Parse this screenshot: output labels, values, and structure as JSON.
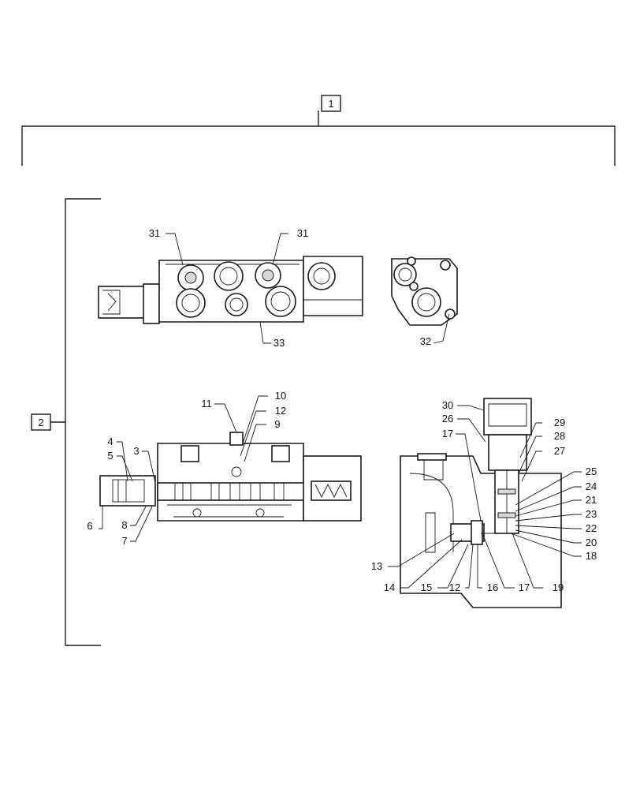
{
  "boxes": {
    "assembly": "1",
    "section": "2"
  },
  "callouts": {
    "c31a": "31",
    "c31b": "31",
    "c33": "33",
    "c32": "32",
    "c11": "11",
    "c10": "10",
    "c12a": "12",
    "c9": "9",
    "c4": "4",
    "c5": "5",
    "c3": "3",
    "c6": "6",
    "c8": "8",
    "c7": "7",
    "c30": "30",
    "c26": "26",
    "c17a": "17",
    "c29": "29",
    "c28": "28",
    "c27": "27",
    "c25": "25",
    "c24": "24",
    "c21": "21",
    "c23": "23",
    "c22": "22",
    "c20": "20",
    "c18": "18",
    "c13": "13",
    "c14": "14",
    "c15": "15",
    "c12b": "12",
    "c16": "16",
    "c17b": "17",
    "c19": "19"
  }
}
